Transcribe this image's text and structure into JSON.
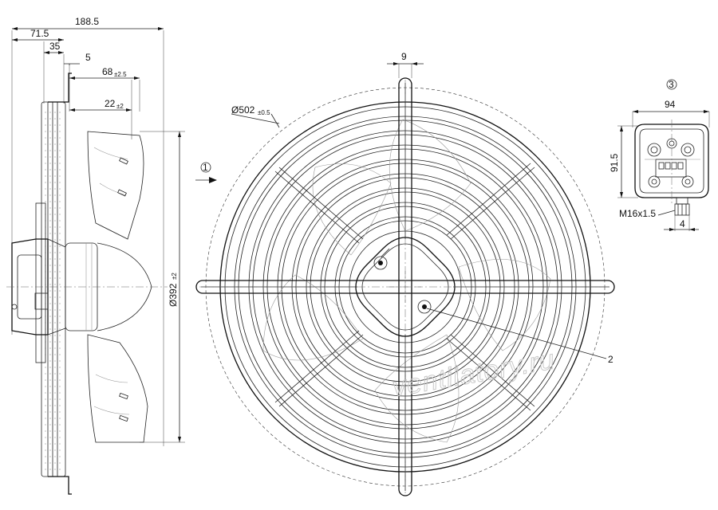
{
  "dimensions": {
    "overall_depth": "188.5",
    "d71": "71.5",
    "d35": "35",
    "d5": "5",
    "d68": "68",
    "d68_tol": "±2.5",
    "d22": "22",
    "d22_tol": "±2",
    "dia392": "Ø392",
    "dia392_tol": "±2",
    "dia502": "Ø502",
    "dia502_tol": "±0.5",
    "guard_rod": "9",
    "box_width": "94",
    "box_height": "91.5",
    "thread": "M16x1.5",
    "gland": "4"
  },
  "callouts": {
    "c1": "1",
    "c2": "2",
    "c3": "3"
  },
  "watermark": "ventilatory.ru"
}
